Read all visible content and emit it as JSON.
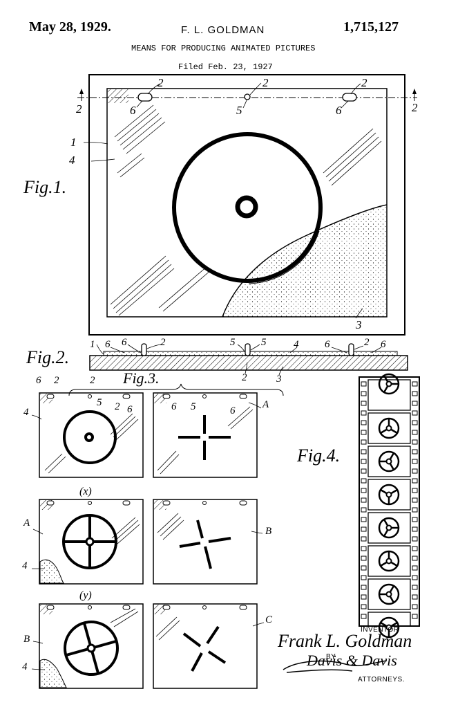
{
  "header": {
    "date": "May 28, 1929.",
    "inventor_name": "F. L. GOLDMAN",
    "patent_number": "1,715,127",
    "title": "MEANS FOR PRODUCING ANIMATED PICTURES",
    "filed": "Filed Feb. 23, 1927"
  },
  "figures": {
    "fig1": "Fig.1.",
    "fig2": "Fig.2.",
    "fig3": "Fig.3.",
    "fig4": "Fig.4."
  },
  "fig1_labels": {
    "two_a": "2",
    "two_b": "2",
    "two_c": "2",
    "six_a": "6",
    "five": "5",
    "six_b": "6",
    "section_left": "2",
    "section_right": "2",
    "one": "1",
    "four": "4",
    "three": "3"
  },
  "fig2_labels": {
    "one": "1",
    "six_a": "6",
    "six_b": "6",
    "two_a": "2",
    "five_a": "5",
    "five_b": "5",
    "four": "4",
    "six_c": "6",
    "two_b": "2",
    "six_d": "6",
    "two_c": "2",
    "three": "3"
  },
  "fig3_labels": {
    "six_a": "6",
    "two_a": "2",
    "two_b": "2",
    "five_a": "5",
    "two_c": "2",
    "six_b": "6",
    "four_a": "4",
    "six_c": "6",
    "five_b": "5",
    "six_d": "6",
    "A_right": "A",
    "x": "(x)",
    "A_left": "A",
    "B_right": "B",
    "four_b": "4",
    "y": "(y)",
    "B_left": "B",
    "C_right": "C",
    "four_c": "4"
  },
  "signature": {
    "inventor_caption": "INVENTOR",
    "inventor_signature": "Frank L. Goldman",
    "by": "BY",
    "attorney_signature": "Davis & Davis",
    "attorneys_caption": "ATTORNEYS."
  },
  "colors": {
    "ink": "#000000",
    "paper": "#ffffff"
  }
}
